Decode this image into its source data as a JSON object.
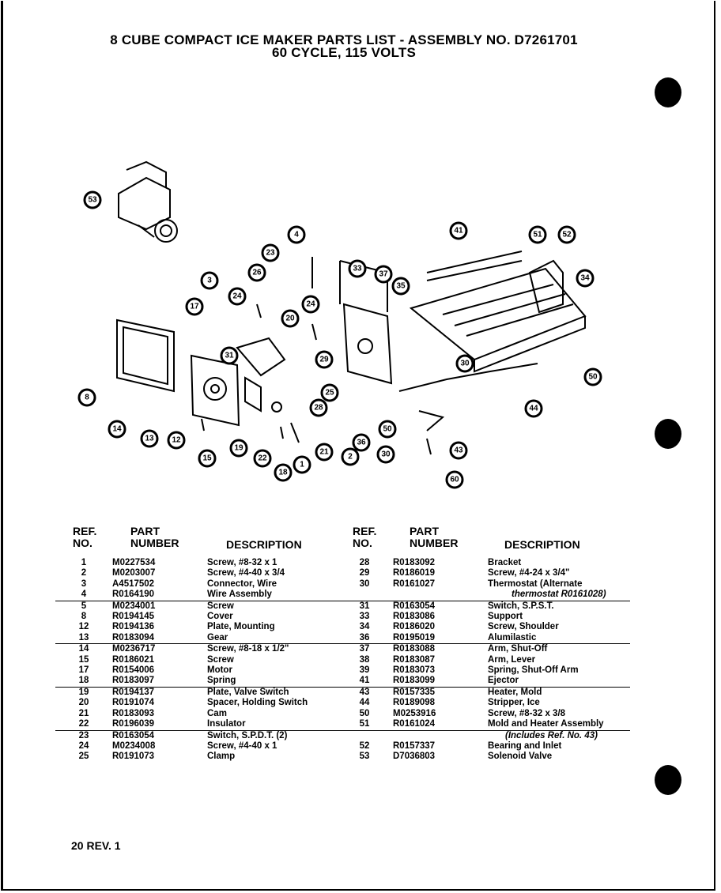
{
  "title": {
    "line1": "8 CUBE COMPACT ICE MAKER PARTS LIST - ASSEMBLY NO. D7261701",
    "line2": "60 CYCLE, 115 VOLTS"
  },
  "callouts": [
    "53",
    "4",
    "41",
    "51",
    "52",
    "23",
    "26",
    "33",
    "37",
    "35",
    "3",
    "24",
    "34",
    "17",
    "24",
    "20",
    "31",
    "29",
    "25",
    "28",
    "30",
    "8",
    "14",
    "13",
    "12",
    "15",
    "19",
    "22",
    "18",
    "1",
    "21",
    "2",
    "36",
    "30",
    "50",
    "44",
    "43",
    "60",
    "50"
  ],
  "table_headers": {
    "ref": "REF.",
    "no": "NO.",
    "part": "PART",
    "number": "NUMBER",
    "description": "DESCRIPTION"
  },
  "parts_left": [
    {
      "ref": "1",
      "pn": "M0227534",
      "desc": "Screw, #8-32 x 1"
    },
    {
      "ref": "2",
      "pn": "M0203007",
      "desc": "Screw, #4-40 x 3/4"
    },
    {
      "ref": "3",
      "pn": "A4517502",
      "desc": "Connector, Wire"
    },
    {
      "ref": "4",
      "pn": "R0164190",
      "desc": "Wire Assembly"
    },
    {
      "ref": "5",
      "pn": "M0234001",
      "desc": "Screw"
    },
    {
      "ref": "8",
      "pn": "R0194145",
      "desc": "Cover"
    },
    {
      "ref": "12",
      "pn": "R0194136",
      "desc": "Plate, Mounting"
    },
    {
      "ref": "13",
      "pn": "R0183094",
      "desc": "Gear"
    },
    {
      "ref": "14",
      "pn": "M0236717",
      "desc": "Screw, #8-18 x 1/2\""
    },
    {
      "ref": "15",
      "pn": "R0186021",
      "desc": "Screw"
    },
    {
      "ref": "17",
      "pn": "R0154006",
      "desc": "Motor"
    },
    {
      "ref": "18",
      "pn": "R0183097",
      "desc": "Spring"
    },
    {
      "ref": "19",
      "pn": "R0194137",
      "desc": "Plate, Valve Switch"
    },
    {
      "ref": "20",
      "pn": "R0191074",
      "desc": "Spacer, Holding Switch"
    },
    {
      "ref": "21",
      "pn": "R0183093",
      "desc": "Cam"
    },
    {
      "ref": "22",
      "pn": "R0196039",
      "desc": "Insulator"
    },
    {
      "ref": "23",
      "pn": "R0163054",
      "desc": "Switch, S.P.D.T. (2)"
    },
    {
      "ref": "24",
      "pn": "M0234008",
      "desc": "Screw, #4-40 x 1"
    },
    {
      "ref": "25",
      "pn": "R0191073",
      "desc": "Clamp"
    }
  ],
  "parts_right": [
    {
      "ref": "28",
      "pn": "R0183092",
      "desc": "Bracket",
      "sub": ""
    },
    {
      "ref": "29",
      "pn": "R0186019",
      "desc": "Screw, #4-24 x 3/4\"",
      "sub": ""
    },
    {
      "ref": "30",
      "pn": "R0161027",
      "desc": "Thermostat (Alternate",
      "sub": ""
    },
    {
      "ref": "",
      "pn": "",
      "desc": "",
      "sub": "thermostat R0161028)"
    },
    {
      "ref": "31",
      "pn": "R0163054",
      "desc": "Switch, S.P.S.T.",
      "sub": ""
    },
    {
      "ref": "33",
      "pn": "R0183086",
      "desc": "Support",
      "sub": ""
    },
    {
      "ref": "34",
      "pn": "R0186020",
      "desc": "Screw, Shoulder",
      "sub": ""
    },
    {
      "ref": "36",
      "pn": "R0195019",
      "desc": "Alumilastic",
      "sub": ""
    },
    {
      "ref": "37",
      "pn": "R0183088",
      "desc": "Arm, Shut-Off",
      "sub": ""
    },
    {
      "ref": "38",
      "pn": "R0183087",
      "desc": "Arm, Lever",
      "sub": ""
    },
    {
      "ref": "39",
      "pn": "R0183073",
      "desc": "Spring, Shut-Off Arm",
      "sub": ""
    },
    {
      "ref": "41",
      "pn": "R0183099",
      "desc": "Ejector",
      "sub": ""
    },
    {
      "ref": "43",
      "pn": "R0157335",
      "desc": "Heater, Mold",
      "sub": ""
    },
    {
      "ref": "44",
      "pn": "R0189098",
      "desc": "Stripper, Ice",
      "sub": ""
    },
    {
      "ref": "50",
      "pn": "M0253916",
      "desc": "Screw, #8-32 x 3/8",
      "sub": ""
    },
    {
      "ref": "51",
      "pn": "R0161024",
      "desc": "Mold and Heater Assembly",
      "sub": ""
    },
    {
      "ref": "",
      "pn": "",
      "desc": "",
      "sub": "(Includes Ref. No. 43)"
    },
    {
      "ref": "52",
      "pn": "R0157337",
      "desc": "Bearing and Inlet",
      "sub": ""
    },
    {
      "ref": "53",
      "pn": "D7036803",
      "desc": "Solenoid Valve",
      "sub": ""
    }
  ],
  "footer": "20 REV. 1"
}
